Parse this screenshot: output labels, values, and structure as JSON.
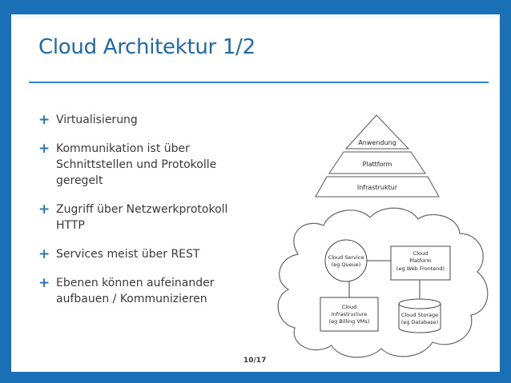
{
  "slide": {
    "title": "Cloud Architektur 1/2",
    "page": "10/17",
    "bullets": [
      {
        "text": "Virtualisierung"
      },
      {
        "text": "Kommunikation ist über\nSchnittstellen und Protokolle\ngeregelt"
      },
      {
        "text": "Zugriff über Netzwerkprotokoll\nHTTP"
      },
      {
        "text": "Services meist über REST"
      },
      {
        "text": "Ebenen können aufeinander\naufbauen / Kommunizieren"
      }
    ]
  },
  "pyramid": {
    "levels": [
      "Anwendung",
      "Plattform",
      "Infrastruktur"
    ]
  },
  "cloud_diagram": {
    "service": {
      "line1": "Cloud Service",
      "line2": "(eg Queue)"
    },
    "platform": {
      "line1": "Cloud",
      "line2": "Platform",
      "line3": "(eg Web Frontend)"
    },
    "infrastructure": {
      "line1": "Cloud",
      "line2": "Infrastructure",
      "line3": "(eg Billing VMs)"
    },
    "storage": {
      "line1": "Cloud Storage",
      "line2": "(eg Database)"
    }
  },
  "colors": {
    "accent": "#1b6fb5",
    "title": "#1c6aa9",
    "bullet_marker": "#2877b8",
    "text": "#3a3a3a"
  },
  "icons": {
    "bullet": "plus-icon"
  }
}
